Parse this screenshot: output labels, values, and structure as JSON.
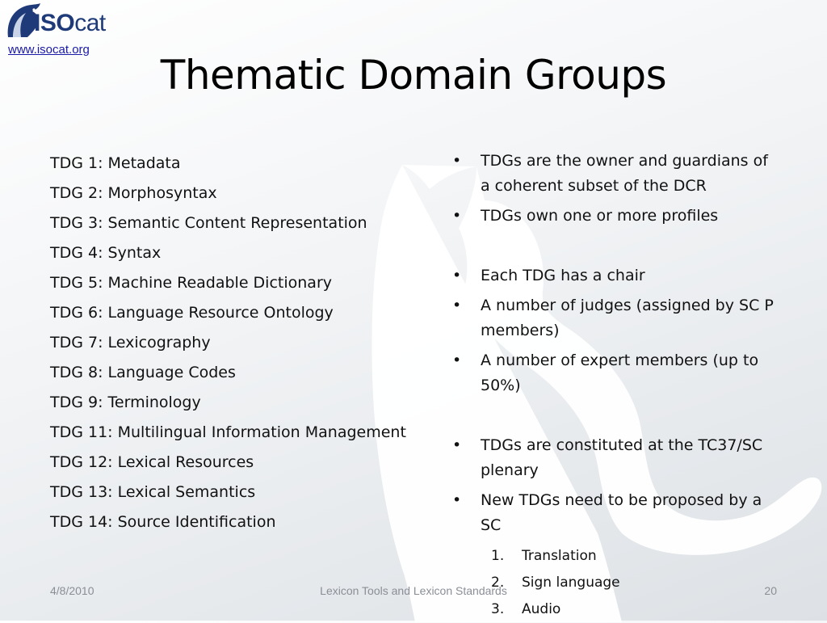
{
  "logo": {
    "iso": "ISO",
    "cat": "cat",
    "url": "www.isocat.org"
  },
  "slide": {
    "title": "Thematic Domain Groups"
  },
  "left_list": [
    "TDG 1: Metadata",
    "TDG 2: Morphosyntax",
    "TDG 3: Semantic Content Representation",
    "TDG 4: Syntax",
    "TDG 5: Machine Readable Dictionary",
    "TDG 6: Language Resource Ontology",
    "TDG 7: Lexicography",
    "TDG 8: Language Codes",
    "TDG 9: Terminology",
    "TDG 11: Multilingual Information Management",
    "TDG 12: Lexical Resources",
    "TDG 13: Lexical Semantics",
    "TDG 14: Source Identification"
  ],
  "right_bullets": [
    "TDGs are the owner and guardians of a coherent subset of the DCR",
    "TDGs own one or more profiles",
    "Each TDG has a chair",
    "A number of judges (assigned by SC P members)",
    "A number of expert members (up to 50%)",
    "TDGs are constituted at the TC37/SC plenary",
    "New TDGs need to be proposed by a SC"
  ],
  "sub_list": [
    {
      "num": "1.",
      "label": "Translation"
    },
    {
      "num": "2.",
      "label": "Sign language"
    },
    {
      "num": "3.",
      "label": "Audio"
    }
  ],
  "footer": {
    "date": "4/8/2010",
    "center": "Lexicon Tools and Lexicon Standards",
    "page": "20"
  },
  "colors": {
    "logo_blue": "#1f3a78",
    "link": "#1a1aa6",
    "footer_text": "#8a8f96",
    "cat_silhouette": "#ffffff"
  }
}
